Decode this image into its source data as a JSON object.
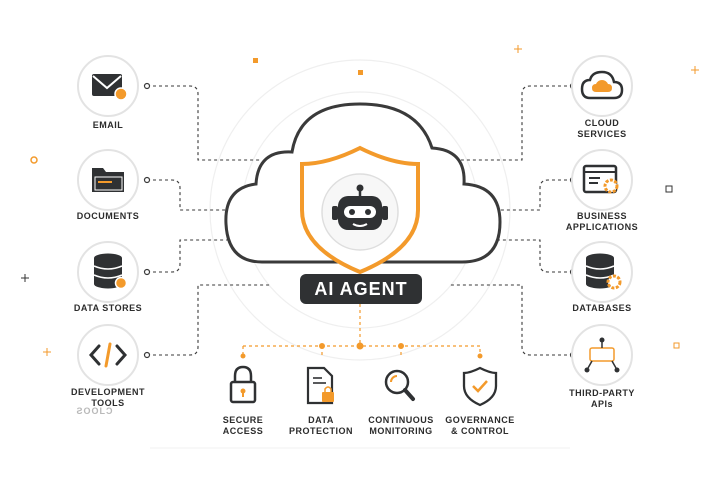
{
  "center": {
    "badge": "AI AGENT",
    "icon": "robot-icon",
    "emblem": "shield-icon"
  },
  "left_nodes": [
    {
      "label": [
        "EMAIL"
      ],
      "icon": "envelope-icon"
    },
    {
      "label": [
        "DOCUMENTS"
      ],
      "icon": "folder-icon"
    },
    {
      "label": [
        "DATA STORES"
      ],
      "icon": "database-icon"
    },
    {
      "label": [
        "DEVELOPMENT",
        "TOOLS"
      ],
      "icon": "code-icon"
    }
  ],
  "right_nodes": [
    {
      "label": [
        "CLOUD",
        "SERVICES"
      ],
      "icon": "cloud-icon"
    },
    {
      "label": [
        "BUSINESS",
        "APPLICATIONS"
      ],
      "icon": "app-window-gear-icon"
    },
    {
      "label": [
        "DATABASES"
      ],
      "icon": "database-gear-icon"
    },
    {
      "label": [
        "THIRD-PARTY",
        "APIs"
      ],
      "icon": "api-icon"
    }
  ],
  "bottom_features": [
    {
      "label": [
        "SECURE",
        "ACCESS"
      ],
      "icon": "lock-icon"
    },
    {
      "label": [
        "DATA",
        "PROTECTION"
      ],
      "icon": "document-lock-icon"
    },
    {
      "label": [
        "CONTINUOUS",
        "MONITORING"
      ],
      "icon": "magnifier-icon"
    },
    {
      "label": [
        "GOVERNANCE",
        "& CONTROL"
      ],
      "icon": "shield-check-icon"
    }
  ],
  "ghost_text": "ƧOOLƆ",
  "colors": {
    "accent": "#f39a2b",
    "dark": "#2f3133",
    "line": "#3a3a3a",
    "muted": "#d9d9d9"
  }
}
